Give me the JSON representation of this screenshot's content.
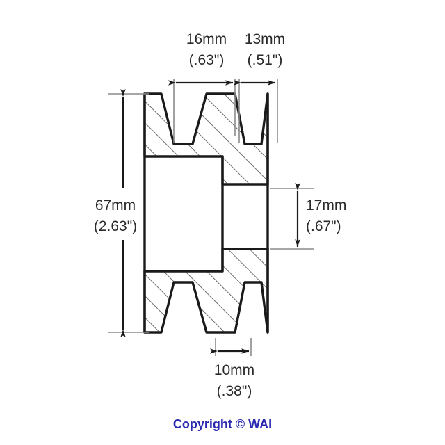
{
  "figure": {
    "type": "technical-drawing",
    "subject": "alternator pulley cross-section",
    "background_color": "#ffffff",
    "line_color": "#1a1a1a",
    "hatch_color": "#555555"
  },
  "dimensions": {
    "groove_width_outer": {
      "name": "16mm-dimension",
      "mm": "16mm",
      "inch": "(.63\")"
    },
    "groove_width_inner": {
      "name": "13mm-dimension",
      "mm": "13mm",
      "inch": "(.51\")"
    },
    "outer_diameter": {
      "name": "67mm-dimension",
      "mm": "67mm",
      "inch": "(2.63\")"
    },
    "hub_length": {
      "name": "17mm-dimension",
      "mm": "17mm",
      "inch": "(.67\")"
    },
    "groove_pitch": {
      "name": "10mm-dimension",
      "mm": "10mm",
      "inch": "(.38\")"
    }
  },
  "footer": {
    "copyright": "Copyright © WAI",
    "color": "#2a2ab0"
  }
}
